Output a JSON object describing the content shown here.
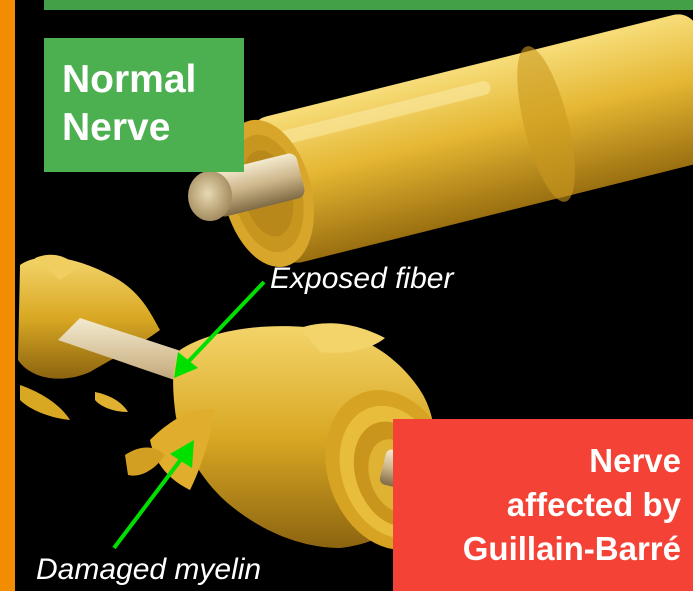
{
  "labels": {
    "normal_line1": "Normal",
    "normal_line2": "Nerve",
    "gb_line1": "Nerve",
    "gb_line2": "affected by",
    "gb_line3": "Guillain-Barré",
    "exposed_fiber": "Exposed fiber",
    "damaged_myelin": "Damaged myelin"
  },
  "colors": {
    "background": "#000000",
    "left_bar": "#f28c00",
    "top_bar": "#43a047",
    "normal_label_bg": "#4caf50",
    "gb_label_bg": "#f44336",
    "arrow": "#00e000",
    "myelin": "#e2b32e",
    "fiber": "#d8c69a"
  }
}
